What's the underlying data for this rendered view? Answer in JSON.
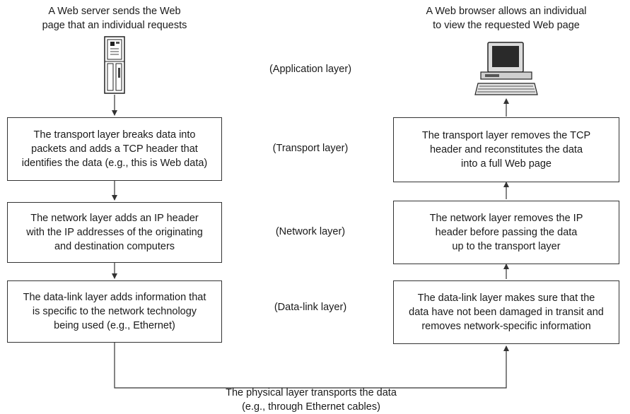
{
  "server_caption": "A Web server sends the Web\npage that an individual requests",
  "browser_caption": "A Web browser allows an individual\nto view the requested Web page",
  "layers": {
    "application": "(Application layer)",
    "transport": "(Transport layer)",
    "network": "(Network layer)",
    "datalink": "(Data-link layer)"
  },
  "left_boxes": {
    "transport": "The transport layer breaks data into\npackets and adds a TCP header that\nidentifies the data (e.g., this is Web data)",
    "network": "The network layer adds an IP header\nwith the IP addresses of the originating\nand destination computers",
    "datalink": "The data-link layer adds information that\nis specific to the network technology\nbeing used (e.g., Ethernet)"
  },
  "right_boxes": {
    "transport": "The transport layer removes the TCP\nheader and reconstitutes the data\ninto a full Web page",
    "network": "The network layer removes the IP\nheader before passing the data\nup to the transport layer",
    "datalink": "The data-link layer makes sure that the\ndata have not been damaged in transit and\nremoves network-specific information"
  },
  "physical_caption": "The physical layer transports the data\n(e.g., through Ethernet cables)",
  "icons": {
    "server": "server-icon",
    "computer": "desktop-computer-icon"
  }
}
